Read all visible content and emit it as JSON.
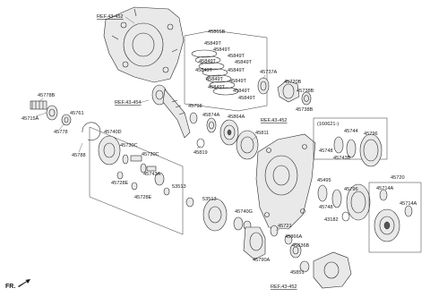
{
  "refs": {
    "top_left": "REF.43-452",
    "mid_left": "REF.43-454",
    "mid_right": "REF.43-452",
    "bottom": "REF.43-452"
  },
  "orientation": "FR.",
  "labels": {
    "p45865B": "45865B",
    "p45849T": "45849T",
    "p45737A": "45737A",
    "p45720B": "45720B",
    "p45738B": "45738B",
    "p45778B": "45778B",
    "p45715A": "45715A",
    "p45761": "45761",
    "p45778": "45778",
    "p45788": "45788",
    "p45740D": "45740D",
    "p45730C_a": "45730C",
    "p45730C_b": "45730C",
    "p45728E_a": "45728E",
    "p45728E_b": "45728E",
    "p45743A": "45743A",
    "p53513_a": "53513",
    "p53513_b": "53513",
    "p45798_a": "45798",
    "p45874A": "45874A",
    "p45864A": "45864A",
    "p45819": "45819",
    "p45811": "45811",
    "note_160621": "(160621-)",
    "p45744": "45744",
    "p45796_a": "45796",
    "p45748_a": "45748",
    "p45743B": "45743B",
    "p45495": "45495",
    "p45748_b": "45748",
    "p45796_b": "45796",
    "p43182": "43182",
    "p45720": "45720",
    "p45714A_a": "45714A",
    "p45714A_b": "45714A",
    "p45740G": "45740G",
    "p45721": "45721",
    "p45866A": "45866A",
    "p45636B": "45636B",
    "p45790A": "45790A",
    "p45851": "45851"
  }
}
